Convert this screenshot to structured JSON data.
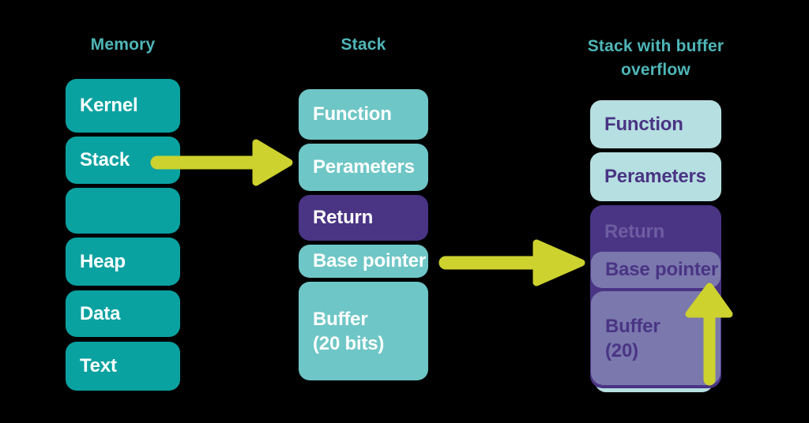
{
  "columns": {
    "memory": {
      "title": "Memory",
      "blocks": {
        "kernel": "Kernel",
        "stack": "Stack",
        "empty": "",
        "heap": "Heap",
        "data": "Data",
        "text": "Text"
      }
    },
    "stack": {
      "title": "Stack",
      "blocks": {
        "function": "Function",
        "parameters": "Perameters",
        "return": "Return",
        "base_pointer": "Base pointer",
        "buffer_line1": "Buffer",
        "buffer_line2": "(20 bits)"
      }
    },
    "overflow": {
      "title_line1": "Stack with buffer",
      "title_line2": "overflow",
      "blocks": {
        "function": "Function",
        "parameters": "Perameters",
        "return": "Return",
        "base_pointer": "Base pointer",
        "buffer_line1": "Buffer",
        "buffer_line2": "(20)"
      }
    }
  },
  "icons": {
    "flow_arrow_1": "right-arrow",
    "flow_arrow_2": "right-arrow",
    "overflow_arrow": "up-arrow"
  },
  "colors": {
    "background": "#000000",
    "block_teal": "#0aa2a1",
    "block_teal_light": "#6fc6c6",
    "block_teal_pale": "#b6dfe1",
    "block_purple_dark": "#4a3484",
    "block_purple_slate": "#7a78ad",
    "title_teal": "#4fb6b8",
    "text_white": "#ffffff",
    "text_purple": "#4a3484",
    "text_purple_muted": "#6c5ea1",
    "arrow_yellow": "#cdd22e"
  }
}
